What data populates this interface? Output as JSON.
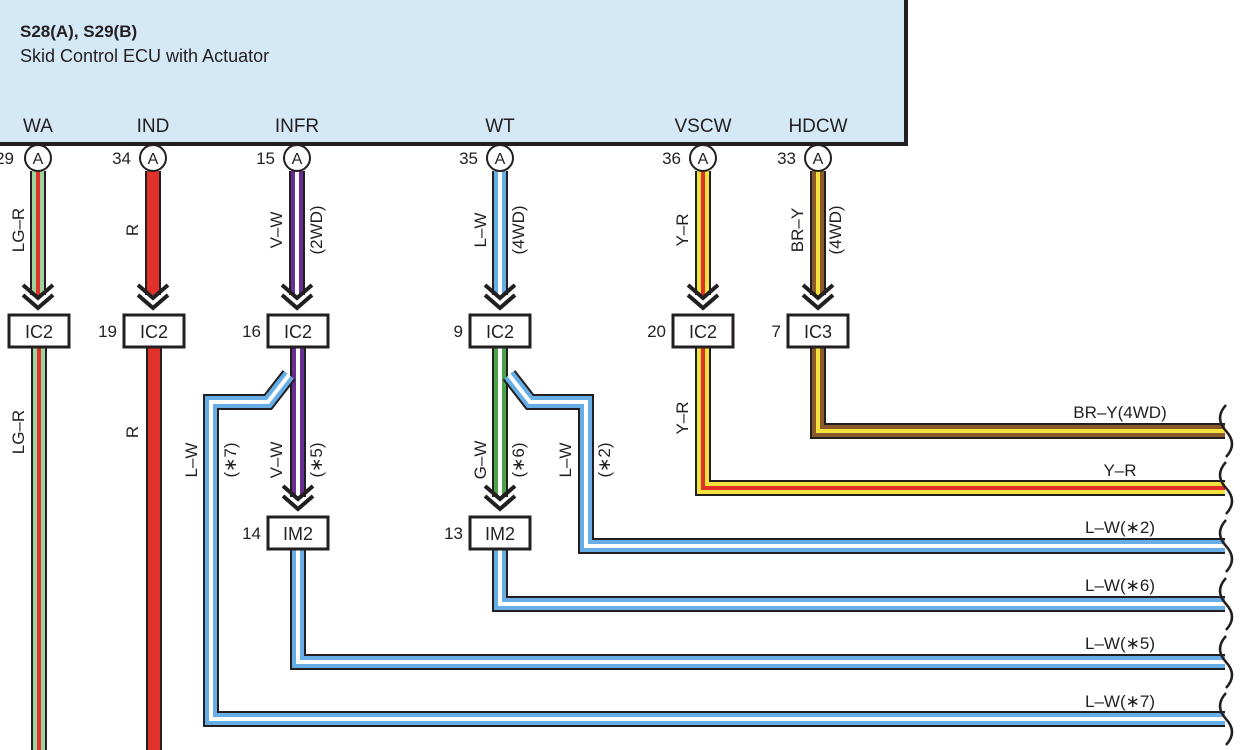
{
  "ecu": {
    "id": "S28(A), S29(B)",
    "name": "Skid Control ECU with Actuator",
    "fill_color": "#d4e8f6",
    "terminals": [
      {
        "name": "WA",
        "pin": "29",
        "connector": "A"
      },
      {
        "name": "IND",
        "pin": "34",
        "connector": "A"
      },
      {
        "name": "INFR",
        "pin": "15",
        "connector": "A"
      },
      {
        "name": "WT",
        "pin": "35",
        "connector": "A"
      },
      {
        "name": "VSCW",
        "pin": "36",
        "connector": "A"
      },
      {
        "name": "HDCW",
        "pin": "33",
        "connector": "A"
      }
    ]
  },
  "upper_connectors": [
    {
      "code": "IC2",
      "pin": ""
    },
    {
      "code": "IC2",
      "pin": "19"
    },
    {
      "code": "IC2",
      "pin": "16"
    },
    {
      "code": "IC2",
      "pin": "9"
    },
    {
      "code": "IC2",
      "pin": "20"
    },
    {
      "code": "IC3",
      "pin": "7"
    }
  ],
  "lower_connectors": [
    {
      "code": "IM2",
      "pin": "14"
    },
    {
      "code": "IM2",
      "pin": "13"
    }
  ],
  "wire_labels": {
    "wa_top": "LG–R",
    "wa_bottom": "LG–R",
    "ind_top": "R",
    "ind_bottom": "R",
    "infr_top": "V–W",
    "infr_top_note": "(2WD)",
    "infr_bottom": "V–W",
    "infr_bottom_note": "(∗5)",
    "wt_top": "L–W",
    "wt_top_note": "(4WD)",
    "wt_bottom": "G–W",
    "wt_bottom_note": "(∗6)",
    "vscw_top": "Y–R",
    "vscw_bottom": "Y–R",
    "hdcw_top": "BR–Y",
    "hdcw_top_note": "(4WD)",
    "branch7": "L–W",
    "branch7_note": "(∗7)",
    "branch2": "L–W",
    "branch2_note": "(∗2)"
  },
  "right_labels": [
    "BR–Y(4WD)",
    "Y–R",
    "L–W(∗2)",
    "L–W(∗6)",
    "L–W(∗5)",
    "L–W(∗7)"
  ],
  "wire_colors": {
    "LG": "#9ed49b",
    "R": "#e0322b",
    "V": "#6a2d91",
    "L": "#67aee6",
    "G": "#4da349",
    "Y": "#f5e13c",
    "BR": "#8b5a2b",
    "W": "#ffffff",
    "outline": "#231f20"
  }
}
